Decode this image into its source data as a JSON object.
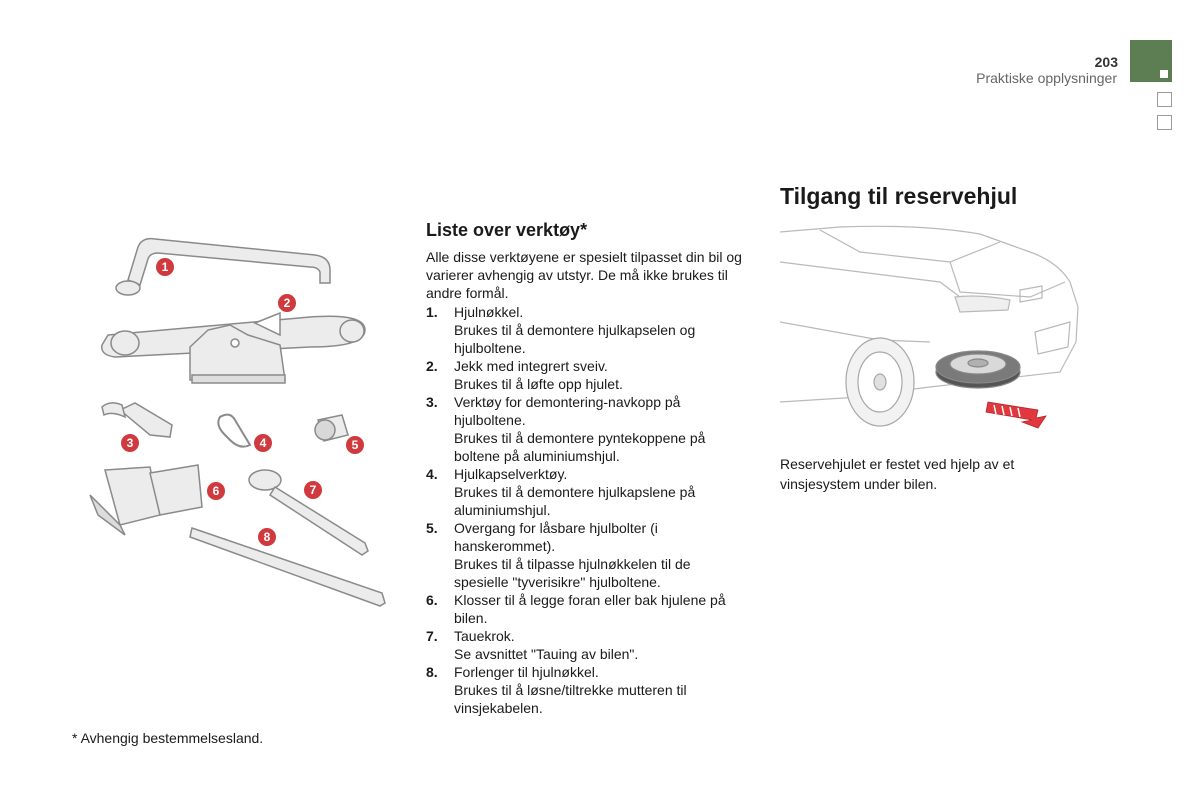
{
  "header": {
    "page_number": "203",
    "section_name": "Praktiske opplysninger"
  },
  "tools": {
    "title": "Liste over verktøy*",
    "intro": "Alle disse verktøyene er spesielt tilpasset din bil og varierer avhengig av utstyr. De må ikke brukes til andre formål.",
    "items": [
      {
        "num": "1.",
        "lines": [
          "Hjulnøkkel.",
          "Brukes til å demontere hjulkapselen og hjulboltene."
        ]
      },
      {
        "num": "2.",
        "lines": [
          "Jekk med integrert sveiv.",
          "Brukes til å løfte opp hjulet."
        ]
      },
      {
        "num": "3.",
        "lines": [
          "Verktøy for demontering-navkopp på hjulboltene.",
          "Brukes til å demontere pyntekoppene på boltene på aluminiumshjul."
        ]
      },
      {
        "num": "4.",
        "lines": [
          "Hjulkapselverktøy.",
          "Brukes til å demontere hjulkapslene på aluminiumshjul."
        ]
      },
      {
        "num": "5.",
        "lines": [
          "Overgang for låsbare hjulbolter (i hanskerommet).",
          "Brukes til å tilpasse hjulnøkkelen til de spesielle \"tyverisikre\" hjulboltene."
        ]
      },
      {
        "num": "6.",
        "lines": [
          "Klosser til å legge foran eller bak hjulene på bilen."
        ]
      },
      {
        "num": "7.",
        "lines": [
          "Tauekrok.",
          "Se avsnittet \"Tauing av bilen\"."
        ]
      },
      {
        "num": "8.",
        "lines": [
          "Forlenger til hjulnøkkel.",
          "Brukes til å løsne/tiltrekke mutteren til vinsjekabelen."
        ]
      }
    ],
    "badges": [
      "1",
      "2",
      "3",
      "4",
      "5",
      "6",
      "7",
      "8"
    ],
    "footnote": "* Avhengig bestemmelsesland."
  },
  "spare_wheel": {
    "title": "Tilgang til reservehjul",
    "text": "Reservehjulet er festet ved hjelp av et vinsjesystem under bilen."
  },
  "colors": {
    "tab_green": "#5d7d53",
    "badge_red": "#d03a3f",
    "arrow_red": "#e0383e"
  }
}
